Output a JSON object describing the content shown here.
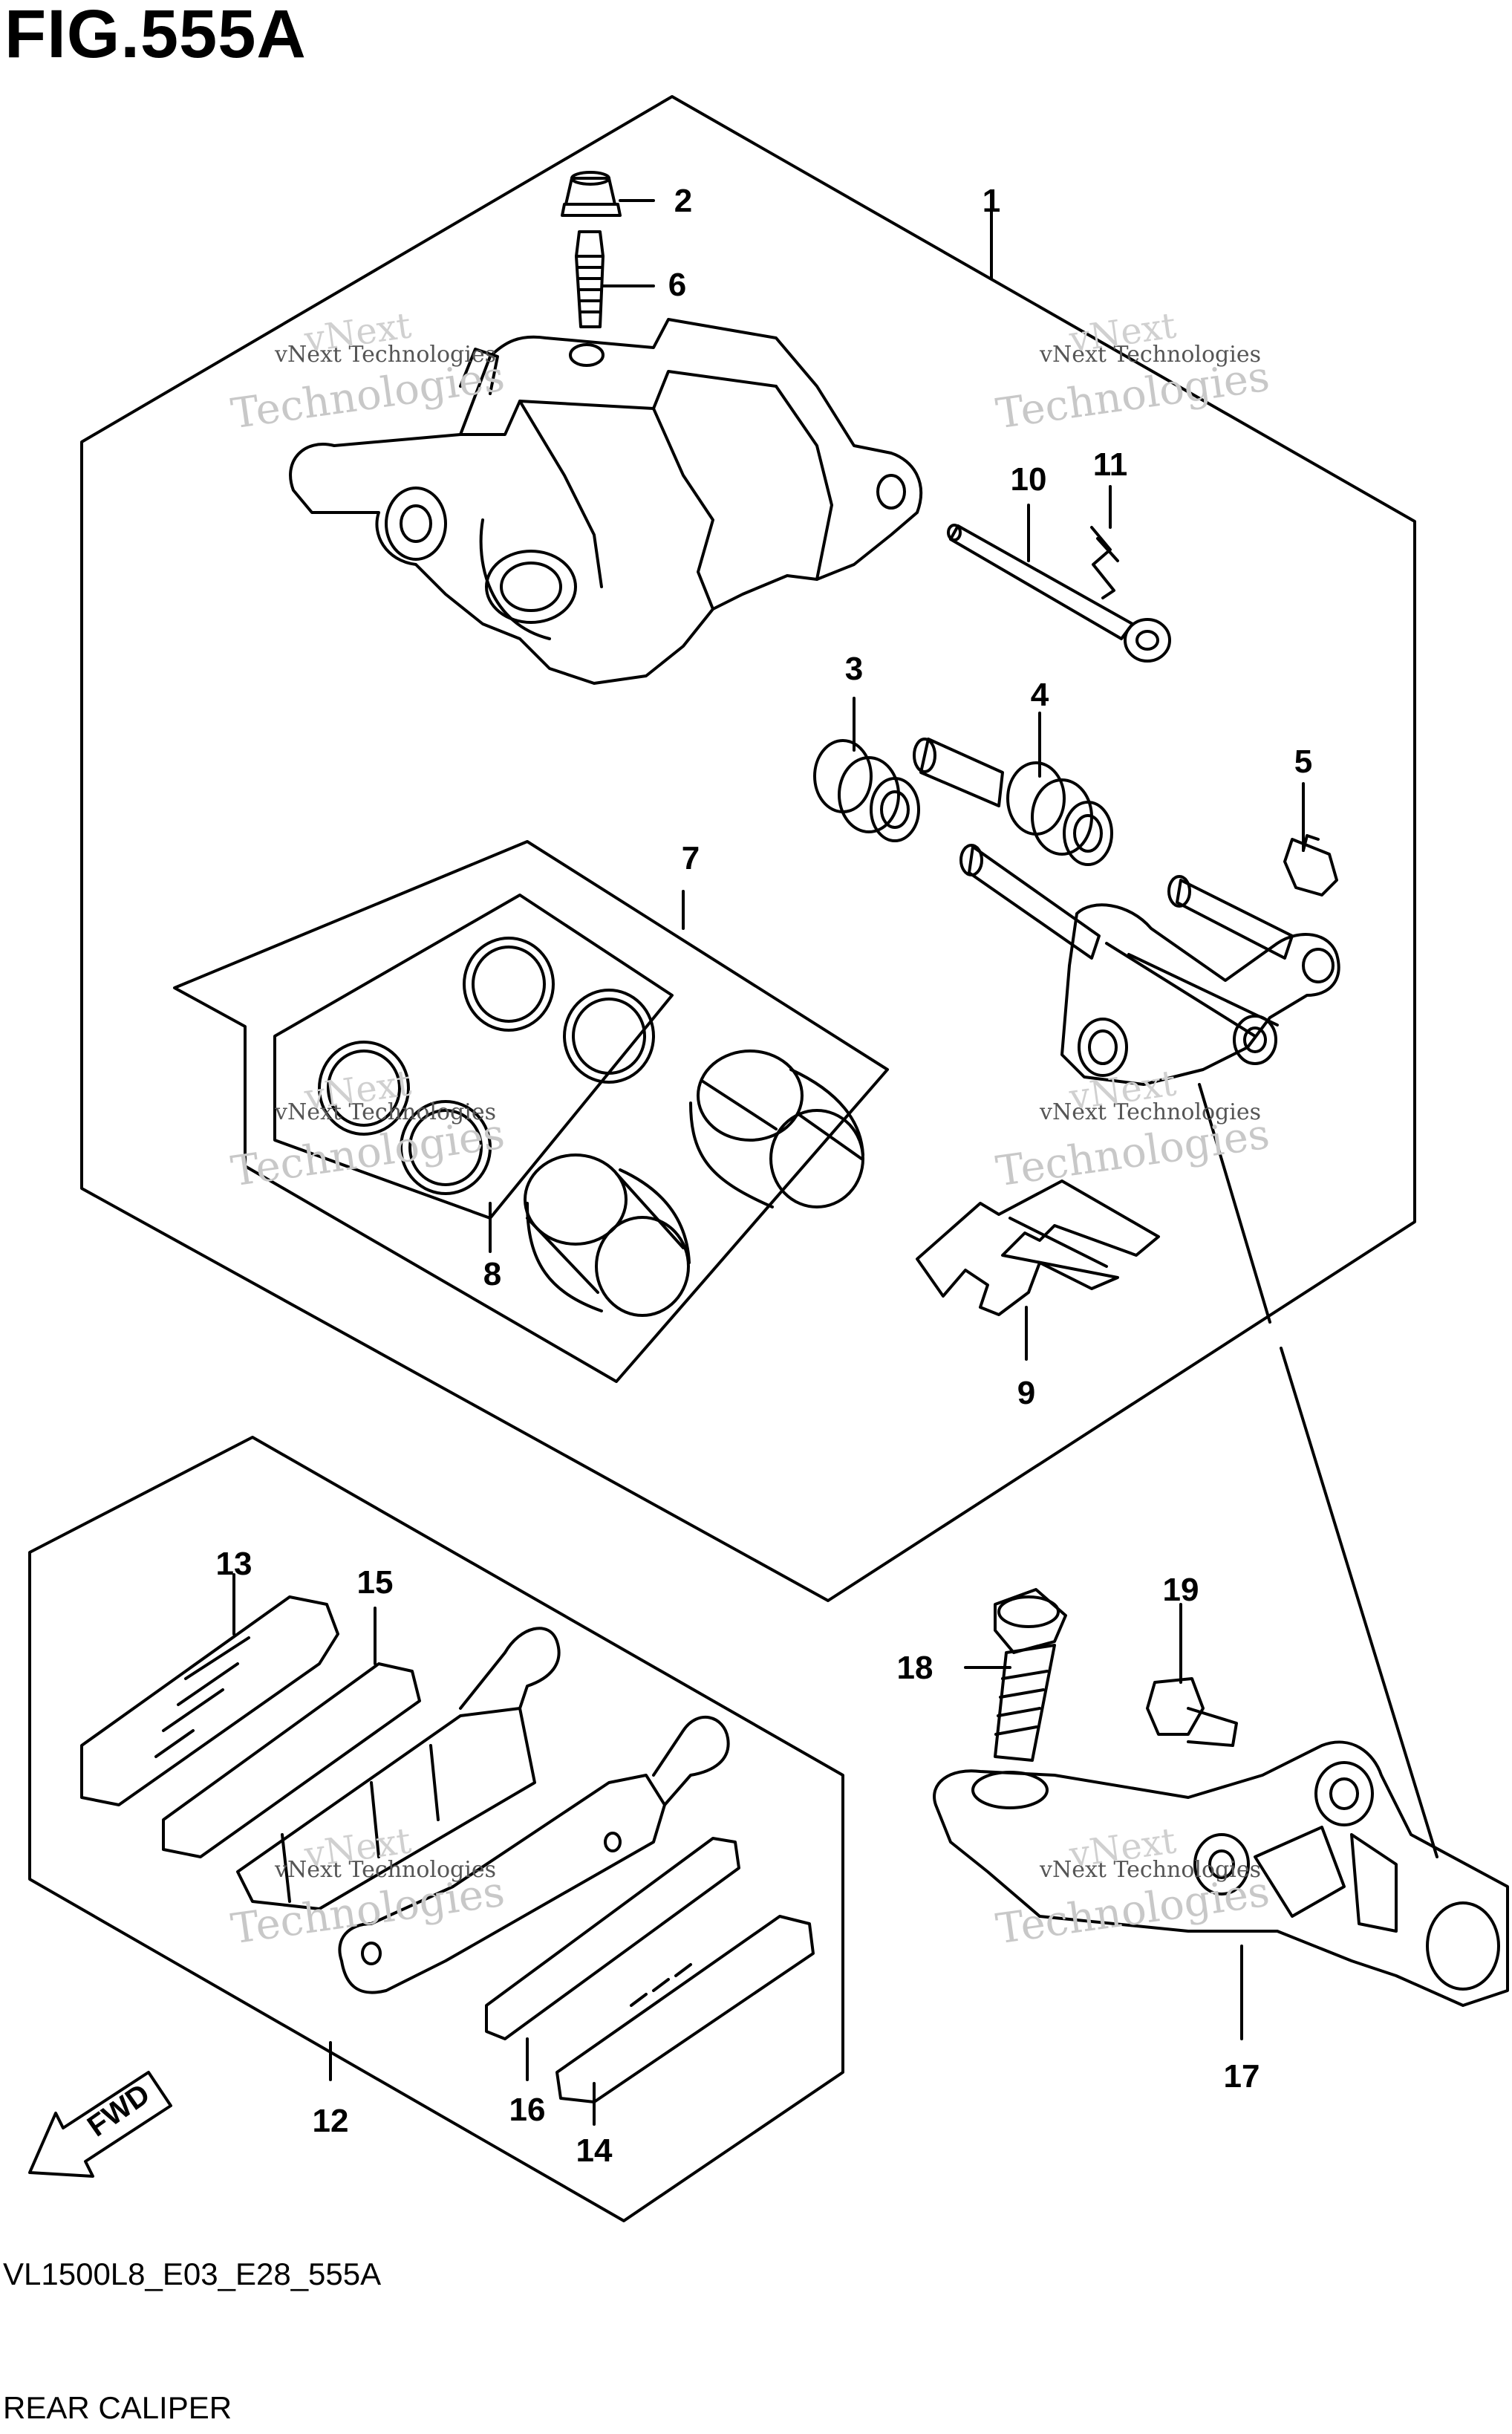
{
  "figure": {
    "title": "FIG.555A",
    "code": "VL1500L8_E03_E28_555A",
    "name": "REAR CALIPER"
  },
  "watermark": {
    "line1": "vNext Technologies",
    "line2": "Technologies",
    "line3": "vNext"
  },
  "direction": {
    "label": "FWD"
  },
  "callouts": [
    "1",
    "2",
    "3",
    "4",
    "5",
    "6",
    "7",
    "8",
    "9",
    "10",
    "11",
    "12",
    "13",
    "14",
    "15",
    "16",
    "17",
    "18",
    "19"
  ]
}
